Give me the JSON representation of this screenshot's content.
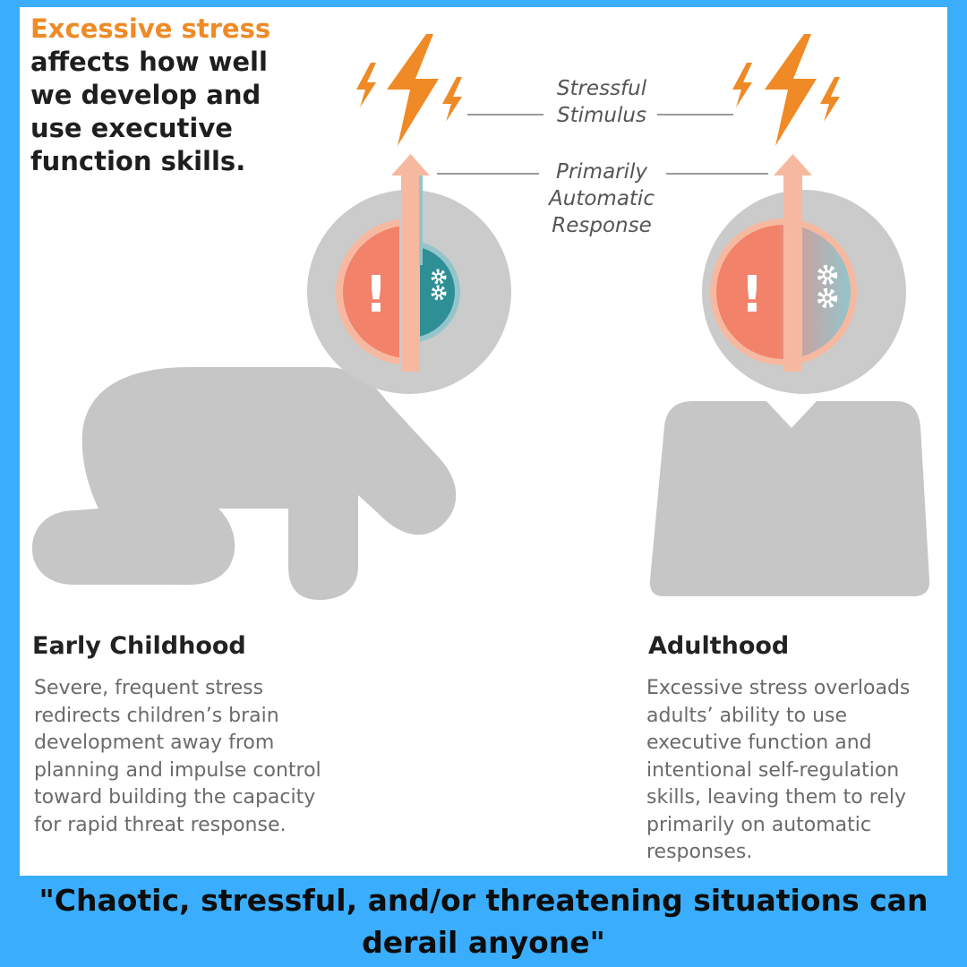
{
  "headline": {
    "accent": "Excessive stress",
    "rest": "affects how well we develop and use executive function skills."
  },
  "callouts": {
    "stimulus": [
      "Stressful",
      "Stimulus"
    ],
    "response": [
      "Primarily",
      "Automatic",
      "Response"
    ]
  },
  "icons": {
    "lightning": "lightning-bolt-icon",
    "alert": "exclamation-icon",
    "gears": "gears-icon"
  },
  "alert_glyph": "!",
  "sections": {
    "childhood": {
      "title": "Early Childhood",
      "description": "Severe, frequent stress redirects children’s brain development away from planning and impulse control toward building the capacity for rapid threat response."
    },
    "adulthood": {
      "title": "Adulthood",
      "description": "Excessive stress overloads adults’ ability to use executive function and intentional self-regulation skills, leaving them to rely primarily on automatic responses."
    }
  },
  "caption": "\"Chaotic, stressful, and/or threatening situations can derail anyone\"",
  "colors": {
    "frame": "#3aaefc",
    "accent_orange": "#ef8a26",
    "alert_red": "#f2826a",
    "executive_teal": "#2e8f96",
    "executive_light": "#93c5cb",
    "figure_gray": "#c6c6c6",
    "arrow_peach": "#f6b9a0"
  }
}
